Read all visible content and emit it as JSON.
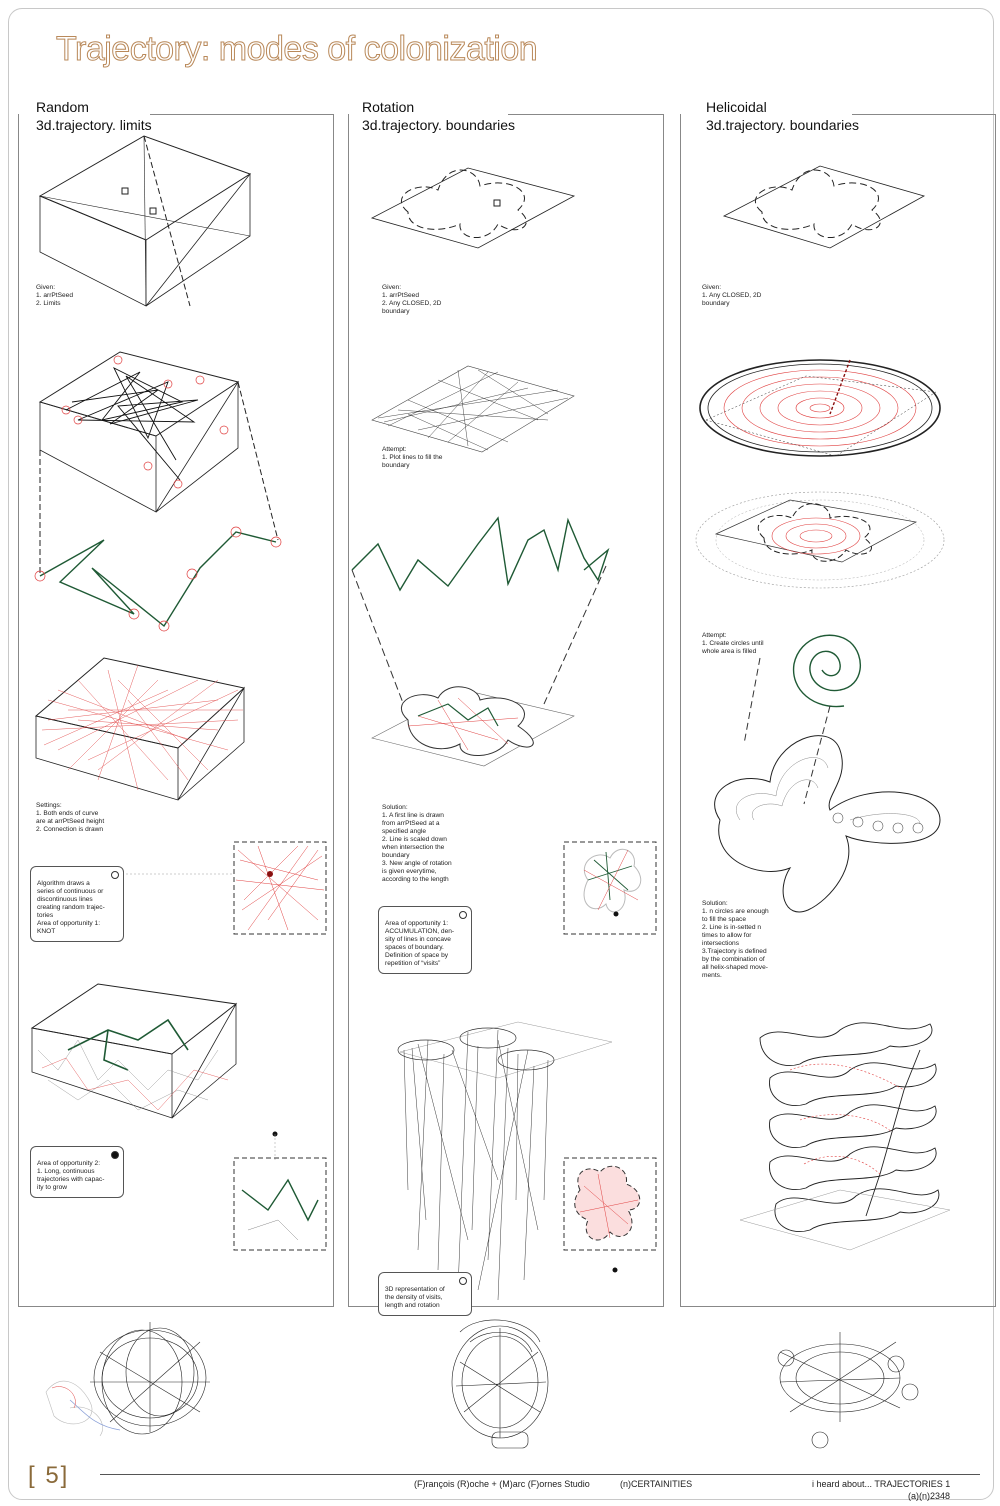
{
  "title": "Trajectory: modes of colonization",
  "columns": [
    {
      "name": "Random",
      "subtitle": "3d.trajectory. limits",
      "notes": [
        "Given:\n1. arrPtSeed\n2. Limits",
        "Settings:\n1. Both ends of curve\nare at arrPtSeed height\n2. Connection is drawn"
      ],
      "callouts": [
        "Algorithm draws a\nseries of continuous or\ndiscontinuous lines\ncreating random trajec-\ntories\nArea of opportunity 1:\nKNOT",
        "Area of opportunity 2:\n1. Long, continuous\ntrajectories with capac-\nity to grow"
      ]
    },
    {
      "name": "Rotation",
      "subtitle": "3d.trajectory. boundaries",
      "notes": [
        "Given:\n1. arrPtSeed\n2. Any CLOSED, 2D\nboundary",
        "Attempt:\n1. Plot lines to fill the\nboundary",
        "Solution:\n1. A first line is drawn\nfrom arrPtSeed at a\nspecified angle\n2. Line is scaled down\nwhen intersection the\nboundary\n3. New angle of rotation\nis given everytime,\naccording to the length"
      ],
      "callouts": [
        "Area of opportunity 1:\nACCUMULATION, den-\nsity of lines in concave\nspaces of boundary.\nDefinition of space by\nrepetition of “visits”",
        "3D representation of\nthe density of visits,\nlength and rotation"
      ]
    },
    {
      "name": "Helicoidal",
      "subtitle": "3d.trajectory. boundaries",
      "notes": [
        "Given:\n1. Any CLOSED, 2D\nboundary",
        "Attempt:\n1. Create circles until\nwhole area is filled",
        "Solution:\n1. n circles are enough\nto fill the space\n2. Line is in-setted n\ntimes to allow for\nintersections\n3.Trajectory is defined\nby the combination of\nall helix-shaped move-\nments."
      ],
      "callouts": []
    }
  ],
  "footer": {
    "page": "[  5]",
    "studio": "(F)rançois (R)oche + (M)arc (F)ornes  Studio",
    "course": "(n)CERTAINITIES",
    "series": "i heard about...  TRAJECTORIES  1",
    "code": "(a)(n)2348"
  },
  "colors": {
    "accent": "#b9895a",
    "red": "#e04040",
    "green": "#1f5a35"
  }
}
